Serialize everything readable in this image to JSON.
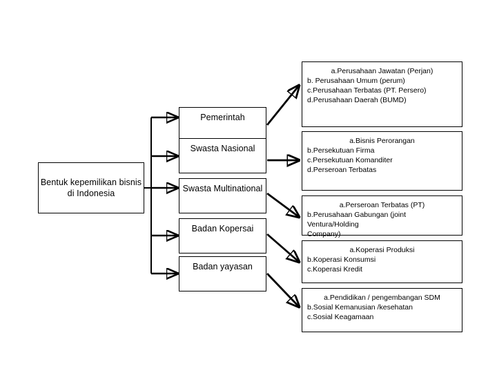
{
  "diagram": {
    "title": "Bentuk kepemilikan bisnis di Indonesia",
    "root": {
      "label": "Bentuk kepemilikan bisnis di Indonesia",
      "line1": "Bentuk kepemilikan bisnis",
      "line2": "di Indonesia"
    },
    "categories": [
      {
        "label": "Pemerintah"
      },
      {
        "label": "Swasta Nasional"
      },
      {
        "label": "Swasta Multinational"
      },
      {
        "label": "Badan Kopersai"
      },
      {
        "label": "Badan yayasan"
      }
    ],
    "details": [
      {
        "for": "Pemerintah",
        "items": [
          "a.Perusahaan Jawatan (Perjan)",
          "b. Perusahaan Umum (perum)",
          "c.Perusahaan Terbatas (PT. Persero)",
          "d.Perusahaan Daerah (BUMD)"
        ]
      },
      {
        "for": "Swasta Nasional",
        "items": [
          "a.Bisnis Perorangan",
          "b.Persekutuan Firma",
          "c.Persekutuan Komanditer",
          "d.Perseroan Terbatas"
        ]
      },
      {
        "for": "Swasta Multinational",
        "items": [
          "a.Perseroan Terbatas (PT)",
          "b.Perusahaan Gabungan (joint Ventura/Holding",
          " Company)"
        ]
      },
      {
        "for": "Badan Kopersai",
        "items": [
          "a.Koperasi Produksi",
          "b.Koperasi Konsumsi",
          "c.Koperasi Kredit"
        ]
      },
      {
        "for": "Badan yayasan",
        "items": [
          "a.Pendidikan / pengembangan SDM",
          "b.Sosial Kemanusian /kesehatan",
          "c.Sosial Keagamaan"
        ]
      }
    ],
    "colors": {
      "background": "#ffffff",
      "stroke": "#000000",
      "text": "#000000"
    }
  }
}
